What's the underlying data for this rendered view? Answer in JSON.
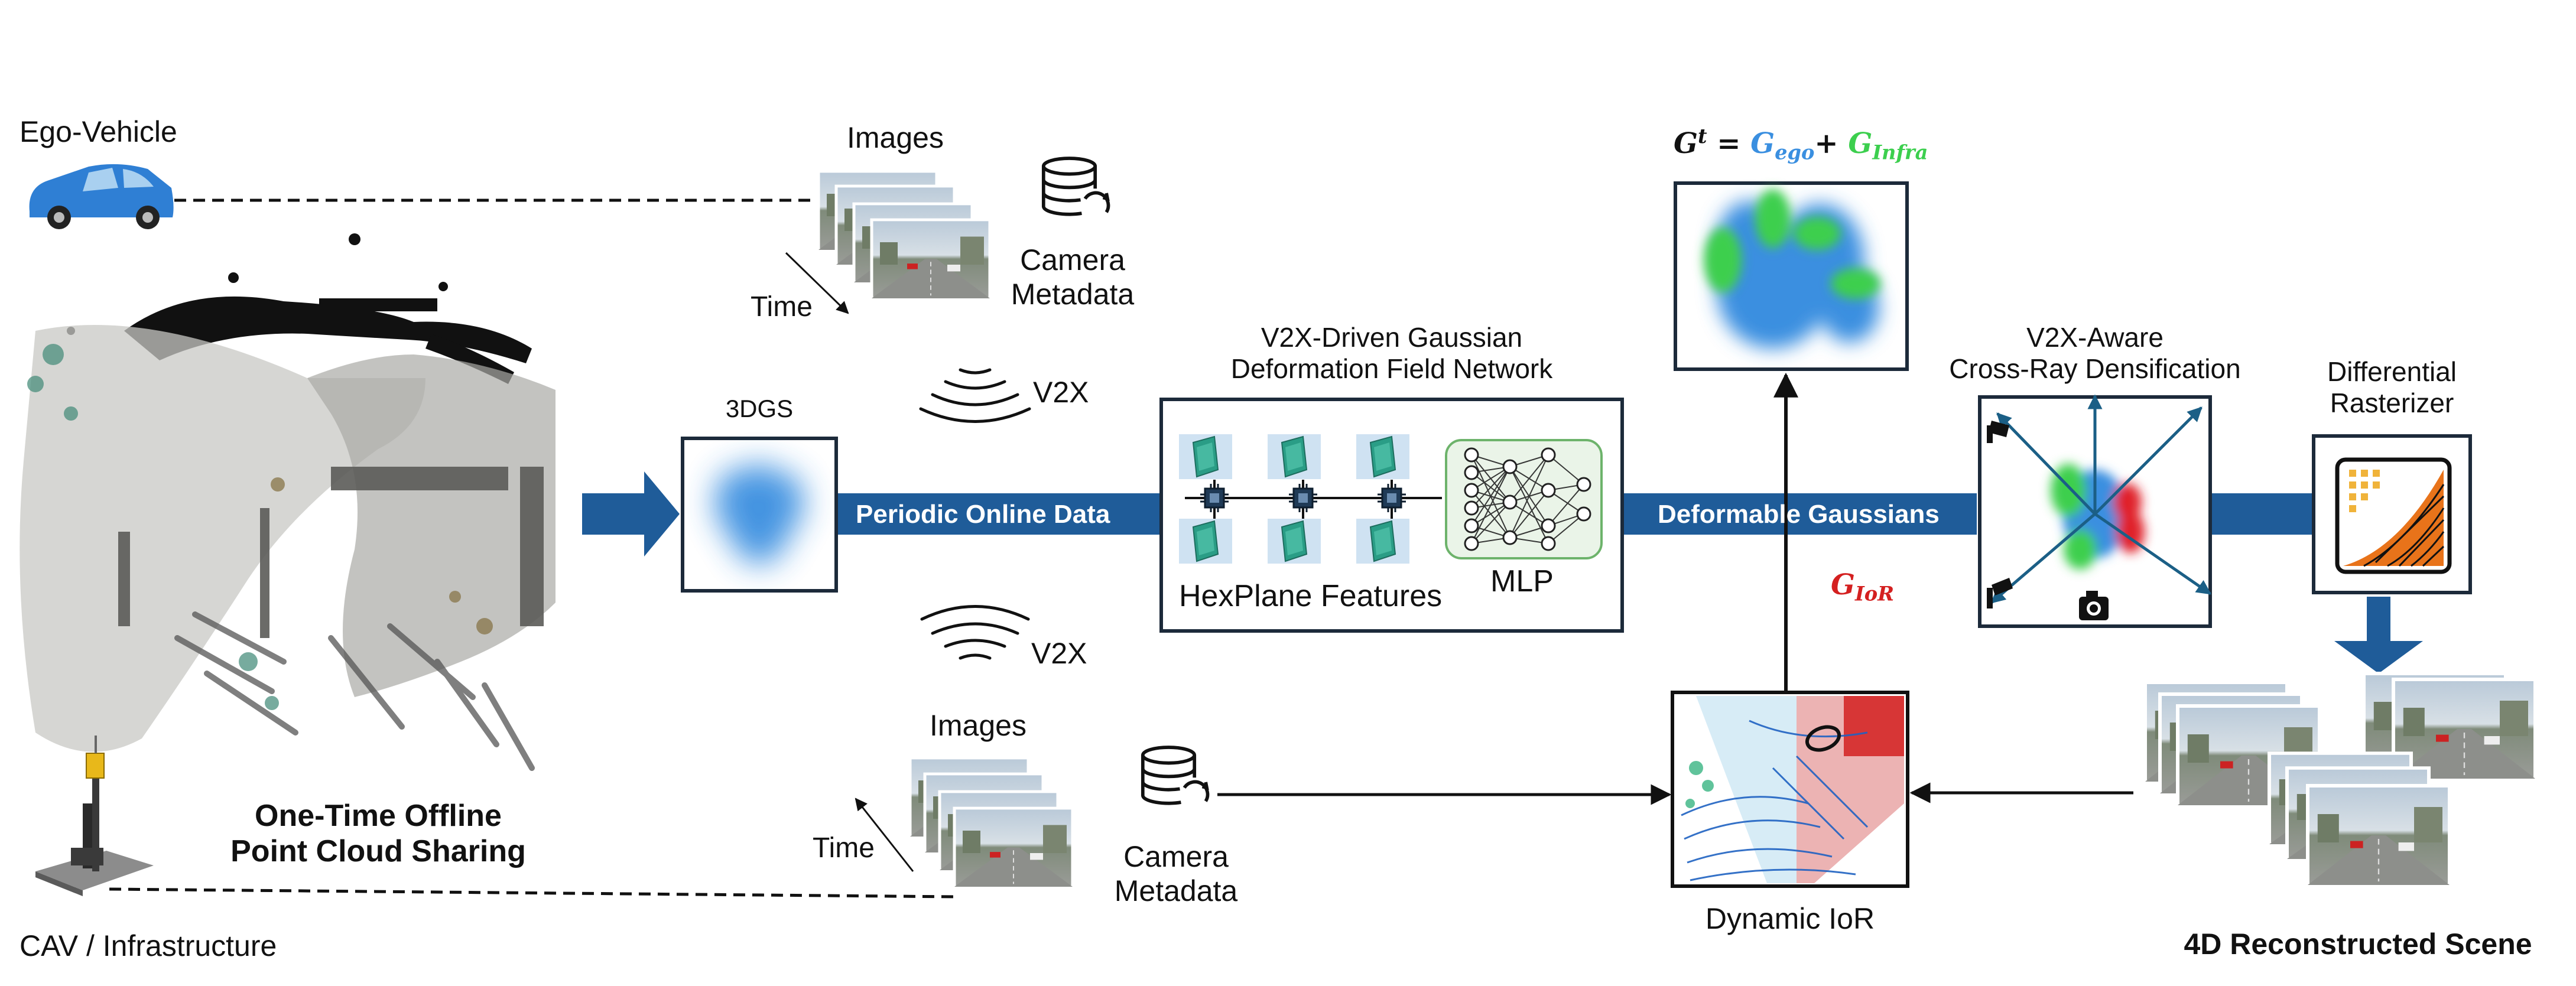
{
  "labels": {
    "ego_vehicle": "Ego-Vehicle",
    "cav_infra": "CAV / Infrastructure",
    "offline_sharing_1": "One-Time Offline",
    "offline_sharing_2": "Point Cloud Sharing",
    "images_top": "Images",
    "images_bottom": "Images",
    "time_top": "Time",
    "time_bottom": "Time",
    "camera_metadata_top_1": "Camera",
    "camera_metadata_top_2": "Metadata",
    "camera_metadata_bottom_1": "Camera",
    "camera_metadata_bottom_2": "Metadata",
    "v2x_top": "V2X",
    "v2x_bottom": "V2X",
    "threedgs": "3DGS",
    "periodic_online_data": "Periodic Online Data",
    "deformation_title_1": "V2X-Driven Gaussian",
    "deformation_title_2": "Deformation Field Network",
    "hexplane_features": "HexPlane Features",
    "mlp": "MLP",
    "deformable_gaussians": "Deformable Gaussians",
    "densification_title_1": "V2X-Aware",
    "densification_title_2": "Cross-Ray Densification",
    "rasterizer_title_1": "Differential",
    "rasterizer_title_2": "Rasterizer",
    "dynamic_ior": "Dynamic IoR",
    "reconstructed_scene": "4D Reconstructed Scene"
  },
  "formulas": {
    "g_t": "G",
    "g_t_sup": "t",
    "equals": " = ",
    "g_ego": "G",
    "g_ego_sub": "ego",
    "plus": "+ ",
    "g_infra": "G",
    "g_infra_sub": "Infra",
    "g_ior": "G",
    "g_ior_sub": "IoR"
  },
  "colors": {
    "band_blue": "#1f5c99",
    "dark_frame": "#1c2a3a",
    "gaussian_blue": "#3a8fe0",
    "gaussian_green": "#3ccf4e",
    "gaussian_red": "#e0242a",
    "ior_red": "#d42020",
    "mlp_green": "#6db36b",
    "raster_orange": "#e8731a"
  },
  "icons": {
    "database_top": "database-sync-icon",
    "database_bottom": "database-sync-icon",
    "wifi_top": "wireless-signal-icon",
    "wifi_bottom": "wireless-signal-icon",
    "car": "car-icon",
    "sensor_pole": "sensor-pole-icon",
    "camera": "camera-icon"
  }
}
